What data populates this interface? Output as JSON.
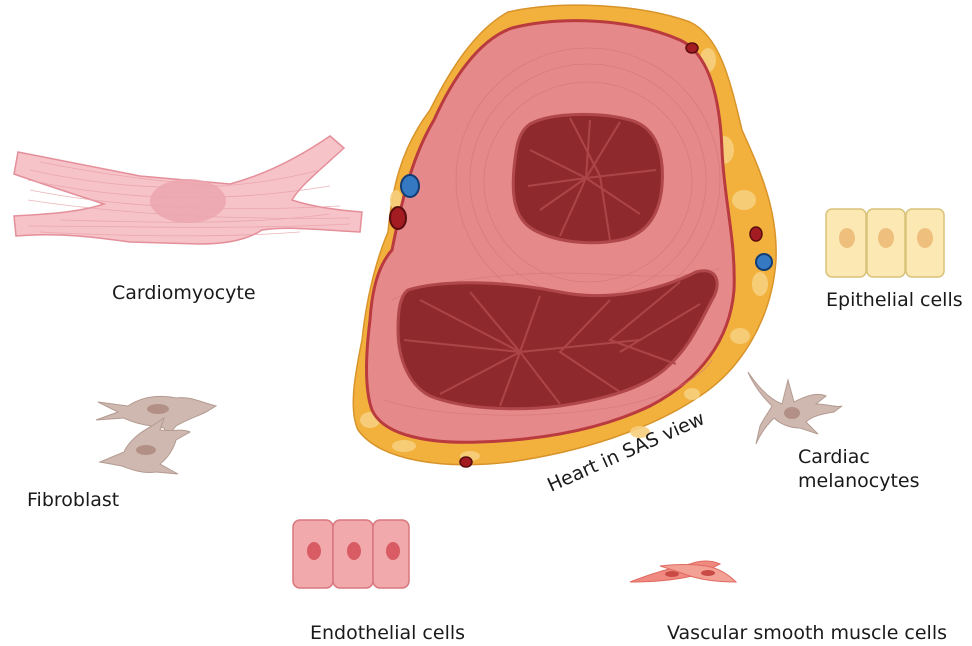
{
  "labels": {
    "cardiomyocyte": "Cardiomyocyte",
    "epithelial": "Epithelial cells",
    "fibroblast": "Fibroblast",
    "melanocytes_line1": "Cardiac",
    "melanocytes_line2": "melanocytes",
    "endothelial": "Endothelial cells",
    "vsmc": "Vascular smooth muscle cells",
    "heart": "Heart in SAS view"
  },
  "colors": {
    "fat": "#f2b13c",
    "fat_light": "#f7cf7e",
    "myocardium": "#e6898a",
    "myocardium_edge": "#b93b3f",
    "lumen": "#8e2a2d",
    "trabeculae": "#b0484b",
    "cardiomyocyte": "#f6c3c8",
    "epithelial": "#fbe8b2",
    "fibroblast": "#cfb8b0",
    "endothelial": "#f2a9ac",
    "vsmc": "#f08a80",
    "vessel_blue": "#2f6fb5",
    "vessel_red": "#a31c22"
  }
}
